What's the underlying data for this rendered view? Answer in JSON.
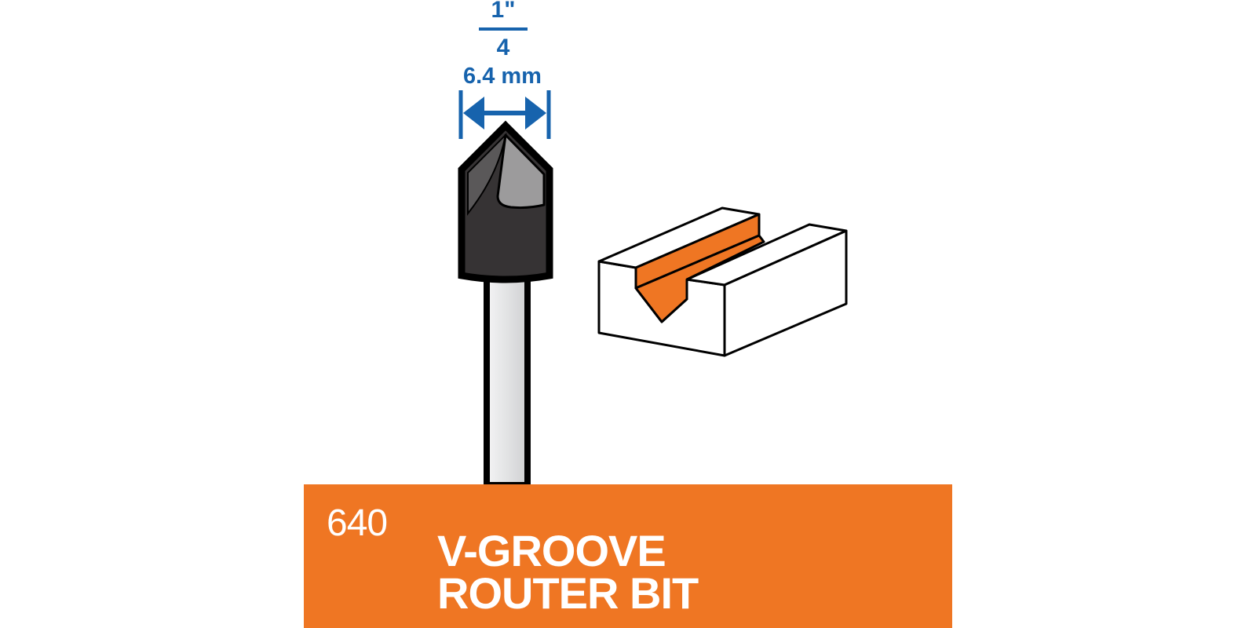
{
  "dimension": {
    "fraction_numerator": "1\"",
    "fraction_denominator": "4",
    "metric": "6.4 mm"
  },
  "product": {
    "model_number": "640",
    "title_line1": "V-GROOVE",
    "title_line2": "ROUTER BIT"
  },
  "colors": {
    "brand_orange": "#ef7623",
    "dimension_blue": "#1763ad",
    "bit_dark": "#363334",
    "bit_mid": "#5a5859",
    "bit_light": "#9c9b9c",
    "shank": "#e6e7e8",
    "outline": "#000000",
    "white": "#ffffff"
  },
  "icons": {
    "bit": "v-groove-router-bit-icon",
    "workpiece": "grooved-workpiece-icon",
    "dimension_arrow": "double-arrow-icon"
  }
}
